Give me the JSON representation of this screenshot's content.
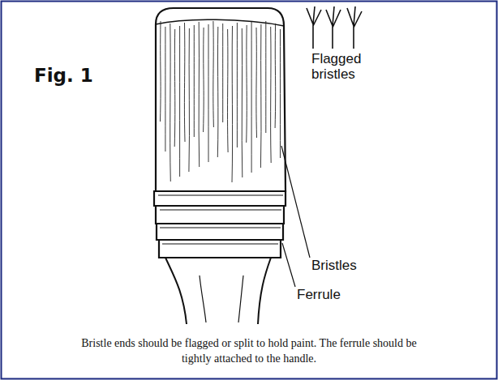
{
  "diagram": {
    "title": "Fig. 1",
    "caption": "Bristle ends should be flagged or split to hold paint. The ferrule should be tightly attached to the handle.",
    "labels": [
      "Flagged bristles",
      "Bristles",
      "Ferrule"
    ]
  }
}
